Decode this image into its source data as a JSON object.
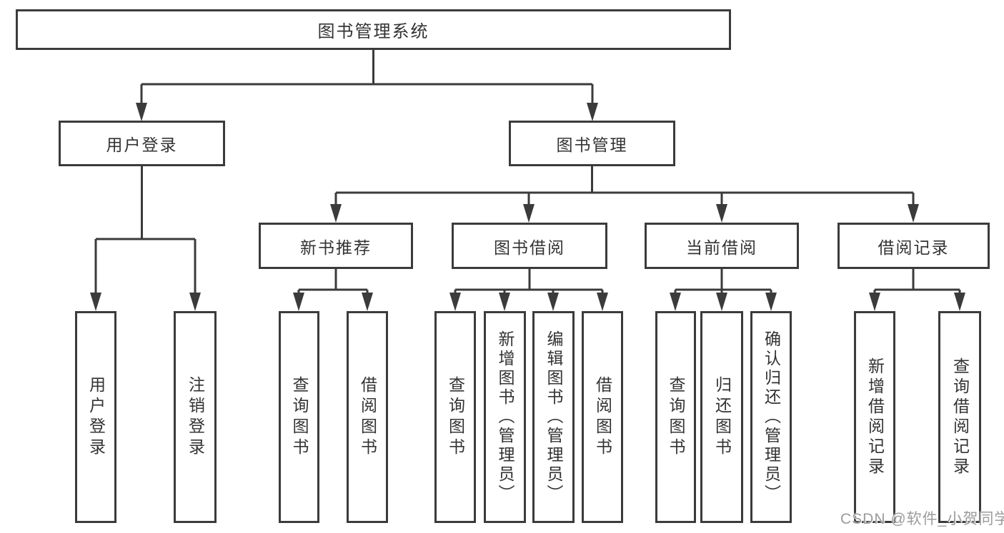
{
  "tree": {
    "label": "图书管理系统",
    "children": [
      {
        "label": "用户登录",
        "children": [
          {
            "label": "用户登录"
          },
          {
            "label": "注销登录"
          }
        ]
      },
      {
        "label": "图书管理",
        "children": [
          {
            "label": "新书推荐",
            "children": [
              {
                "label": "查询图书"
              },
              {
                "label": "借阅图书"
              }
            ]
          },
          {
            "label": "图书借阅",
            "children": [
              {
                "label": "查询图书"
              },
              {
                "label": "新增图书（管理员）"
              },
              {
                "label": "编辑图书（管理员）"
              },
              {
                "label": "借阅图书"
              }
            ]
          },
          {
            "label": "当前借阅",
            "children": [
              {
                "label": "查询图书"
              },
              {
                "label": "归还图书"
              },
              {
                "label": "确认归还（管理员）"
              }
            ]
          },
          {
            "label": "借阅记录",
            "children": [
              {
                "label": "新增借阅记录"
              },
              {
                "label": "查询借阅记录"
              }
            ]
          }
        ]
      }
    ]
  },
  "watermark": "CSDN @软件_小贺同学",
  "colors": {
    "line": "#3b3b3b",
    "text": "#333333",
    "watermark": "#9b9b9b",
    "background": "#ffffff"
  }
}
